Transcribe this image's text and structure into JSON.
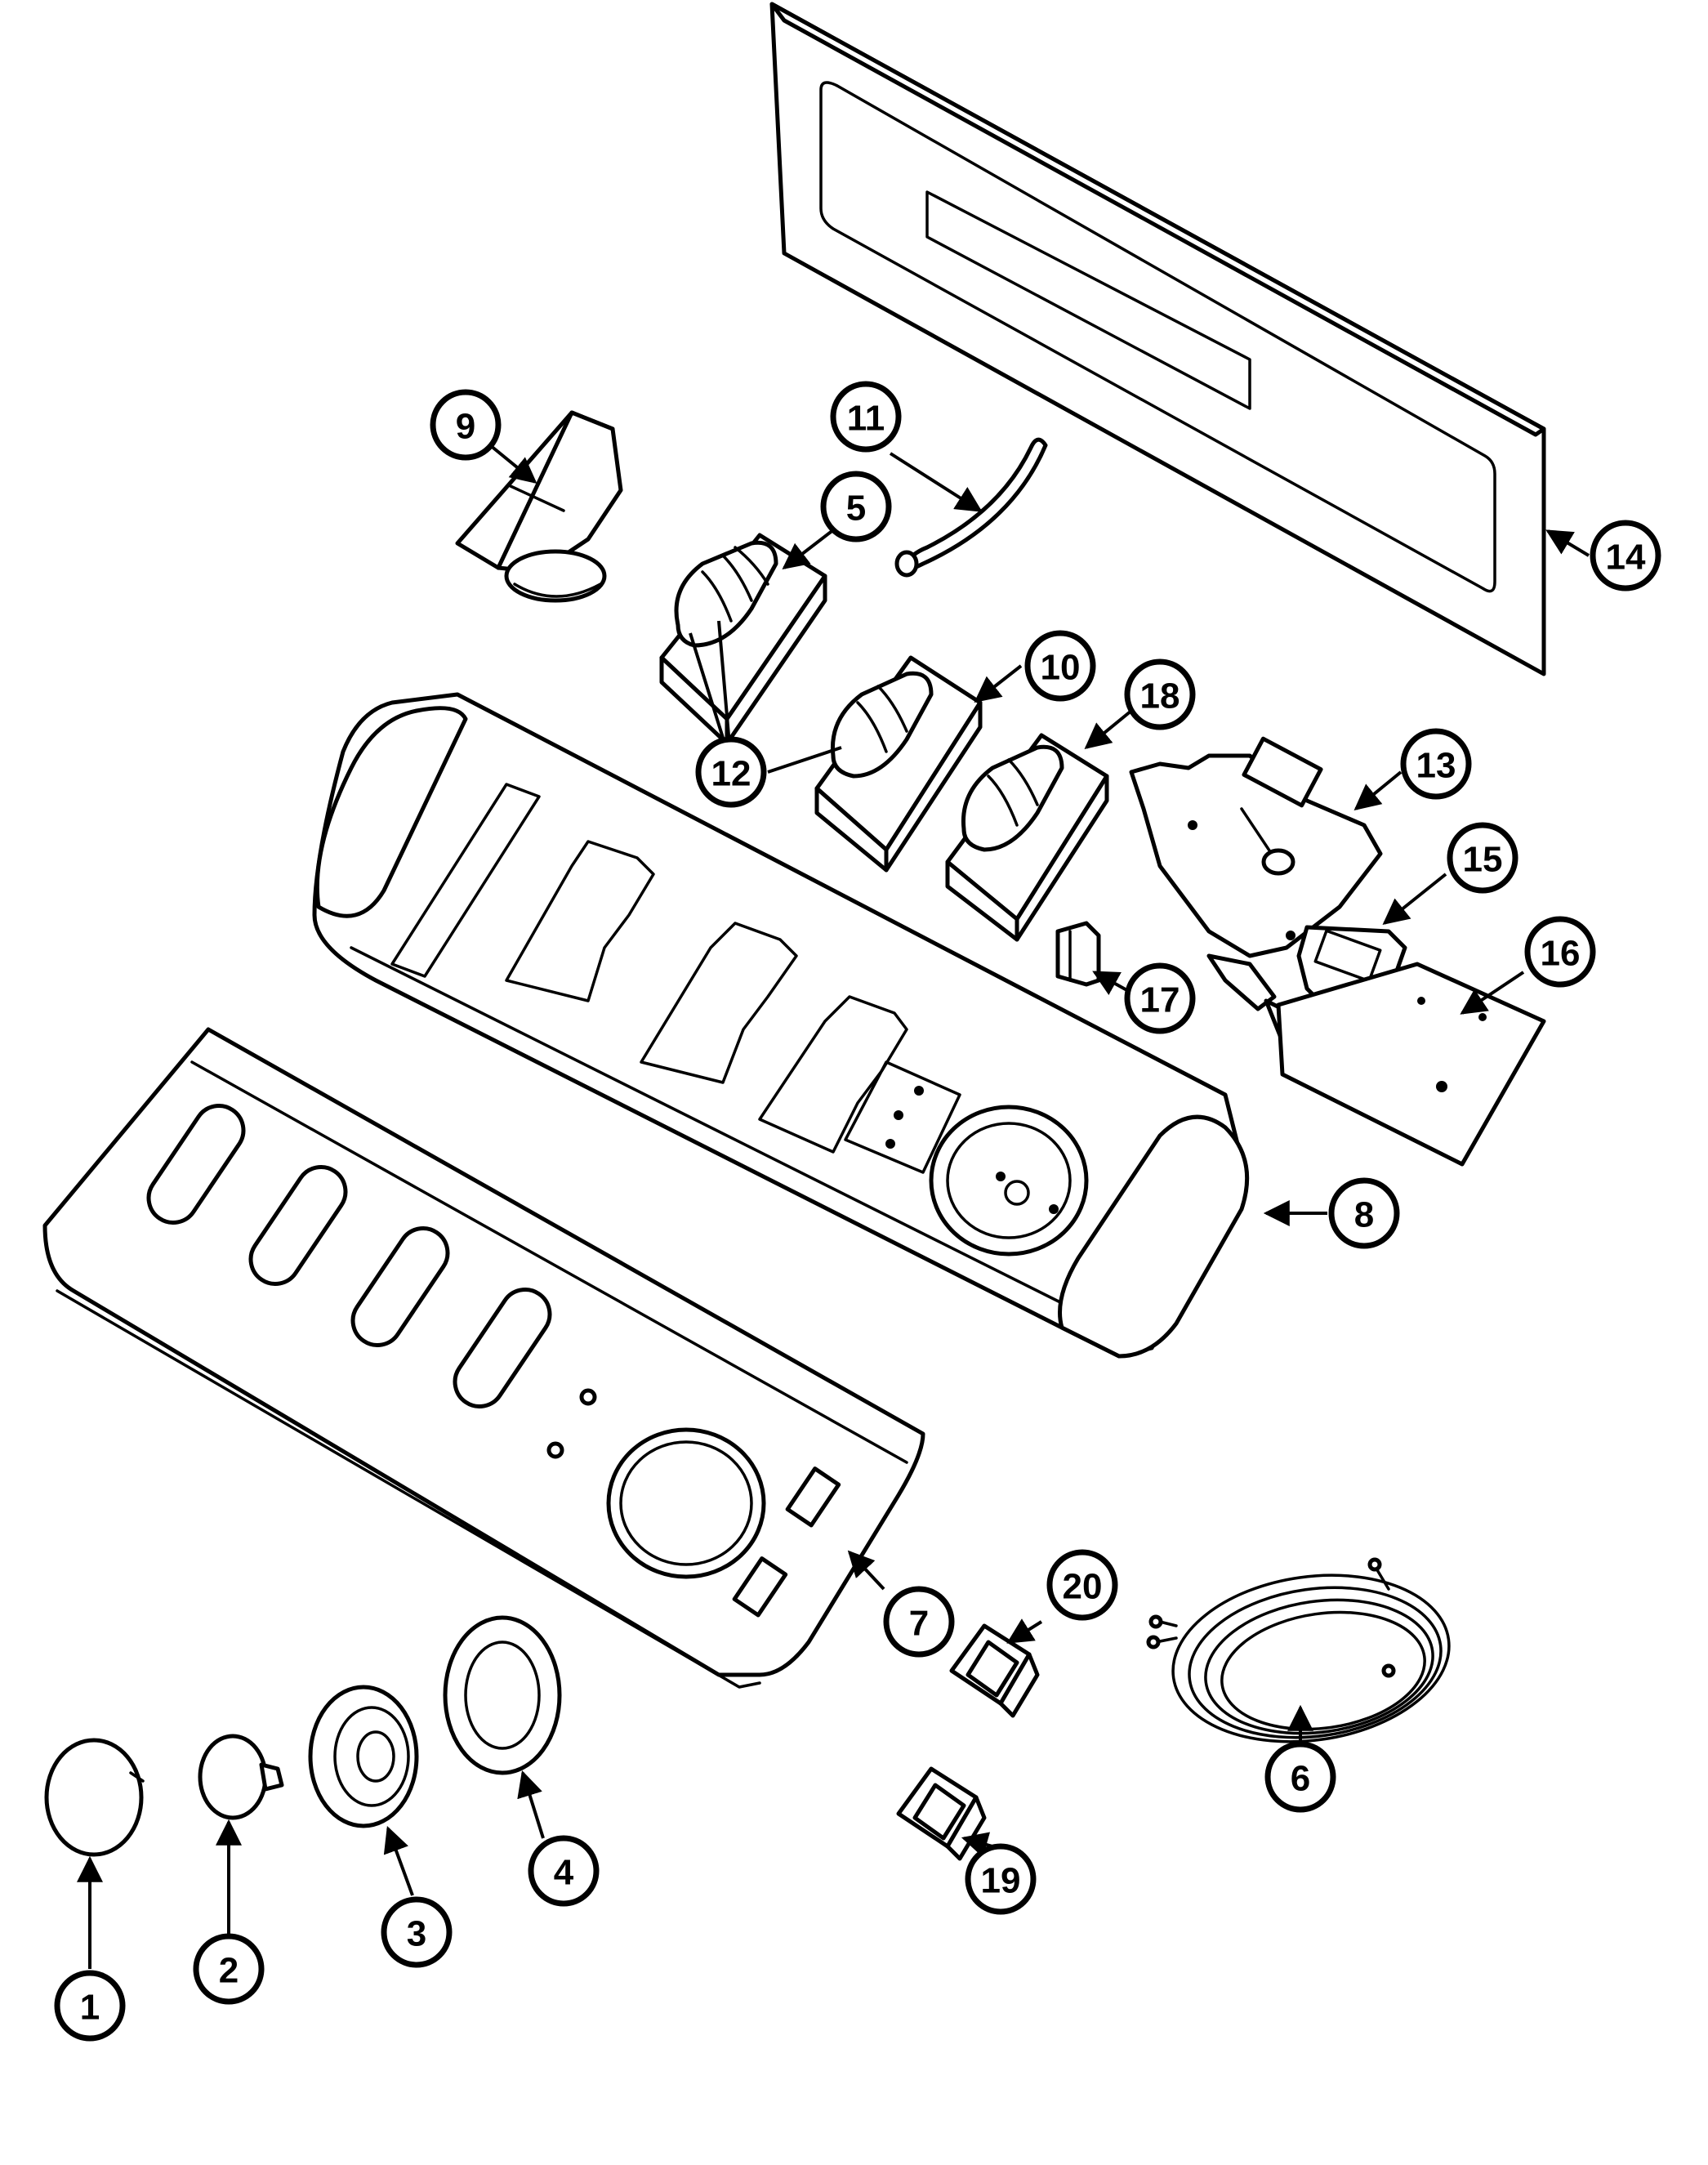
{
  "colors": {
    "line": "#000000",
    "background": "#ffffff"
  },
  "callouts": [
    {
      "id": "1",
      "label": "1"
    },
    {
      "id": "2",
      "label": "2"
    },
    {
      "id": "3",
      "label": "3"
    },
    {
      "id": "4",
      "label": "4"
    },
    {
      "id": "5",
      "label": "5"
    },
    {
      "id": "6",
      "label": "6"
    },
    {
      "id": "7",
      "label": "7"
    },
    {
      "id": "8",
      "label": "8"
    },
    {
      "id": "9",
      "label": "9"
    },
    {
      "id": "10",
      "label": "10"
    },
    {
      "id": "11",
      "label": "11"
    },
    {
      "id": "12",
      "label": "12"
    },
    {
      "id": "13",
      "label": "13"
    },
    {
      "id": "14",
      "label": "14"
    },
    {
      "id": "15",
      "label": "15"
    },
    {
      "id": "16",
      "label": "16"
    },
    {
      "id": "17",
      "label": "17"
    },
    {
      "id": "18",
      "label": "18"
    },
    {
      "id": "19",
      "label": "19"
    },
    {
      "id": "20",
      "label": "20"
    }
  ]
}
